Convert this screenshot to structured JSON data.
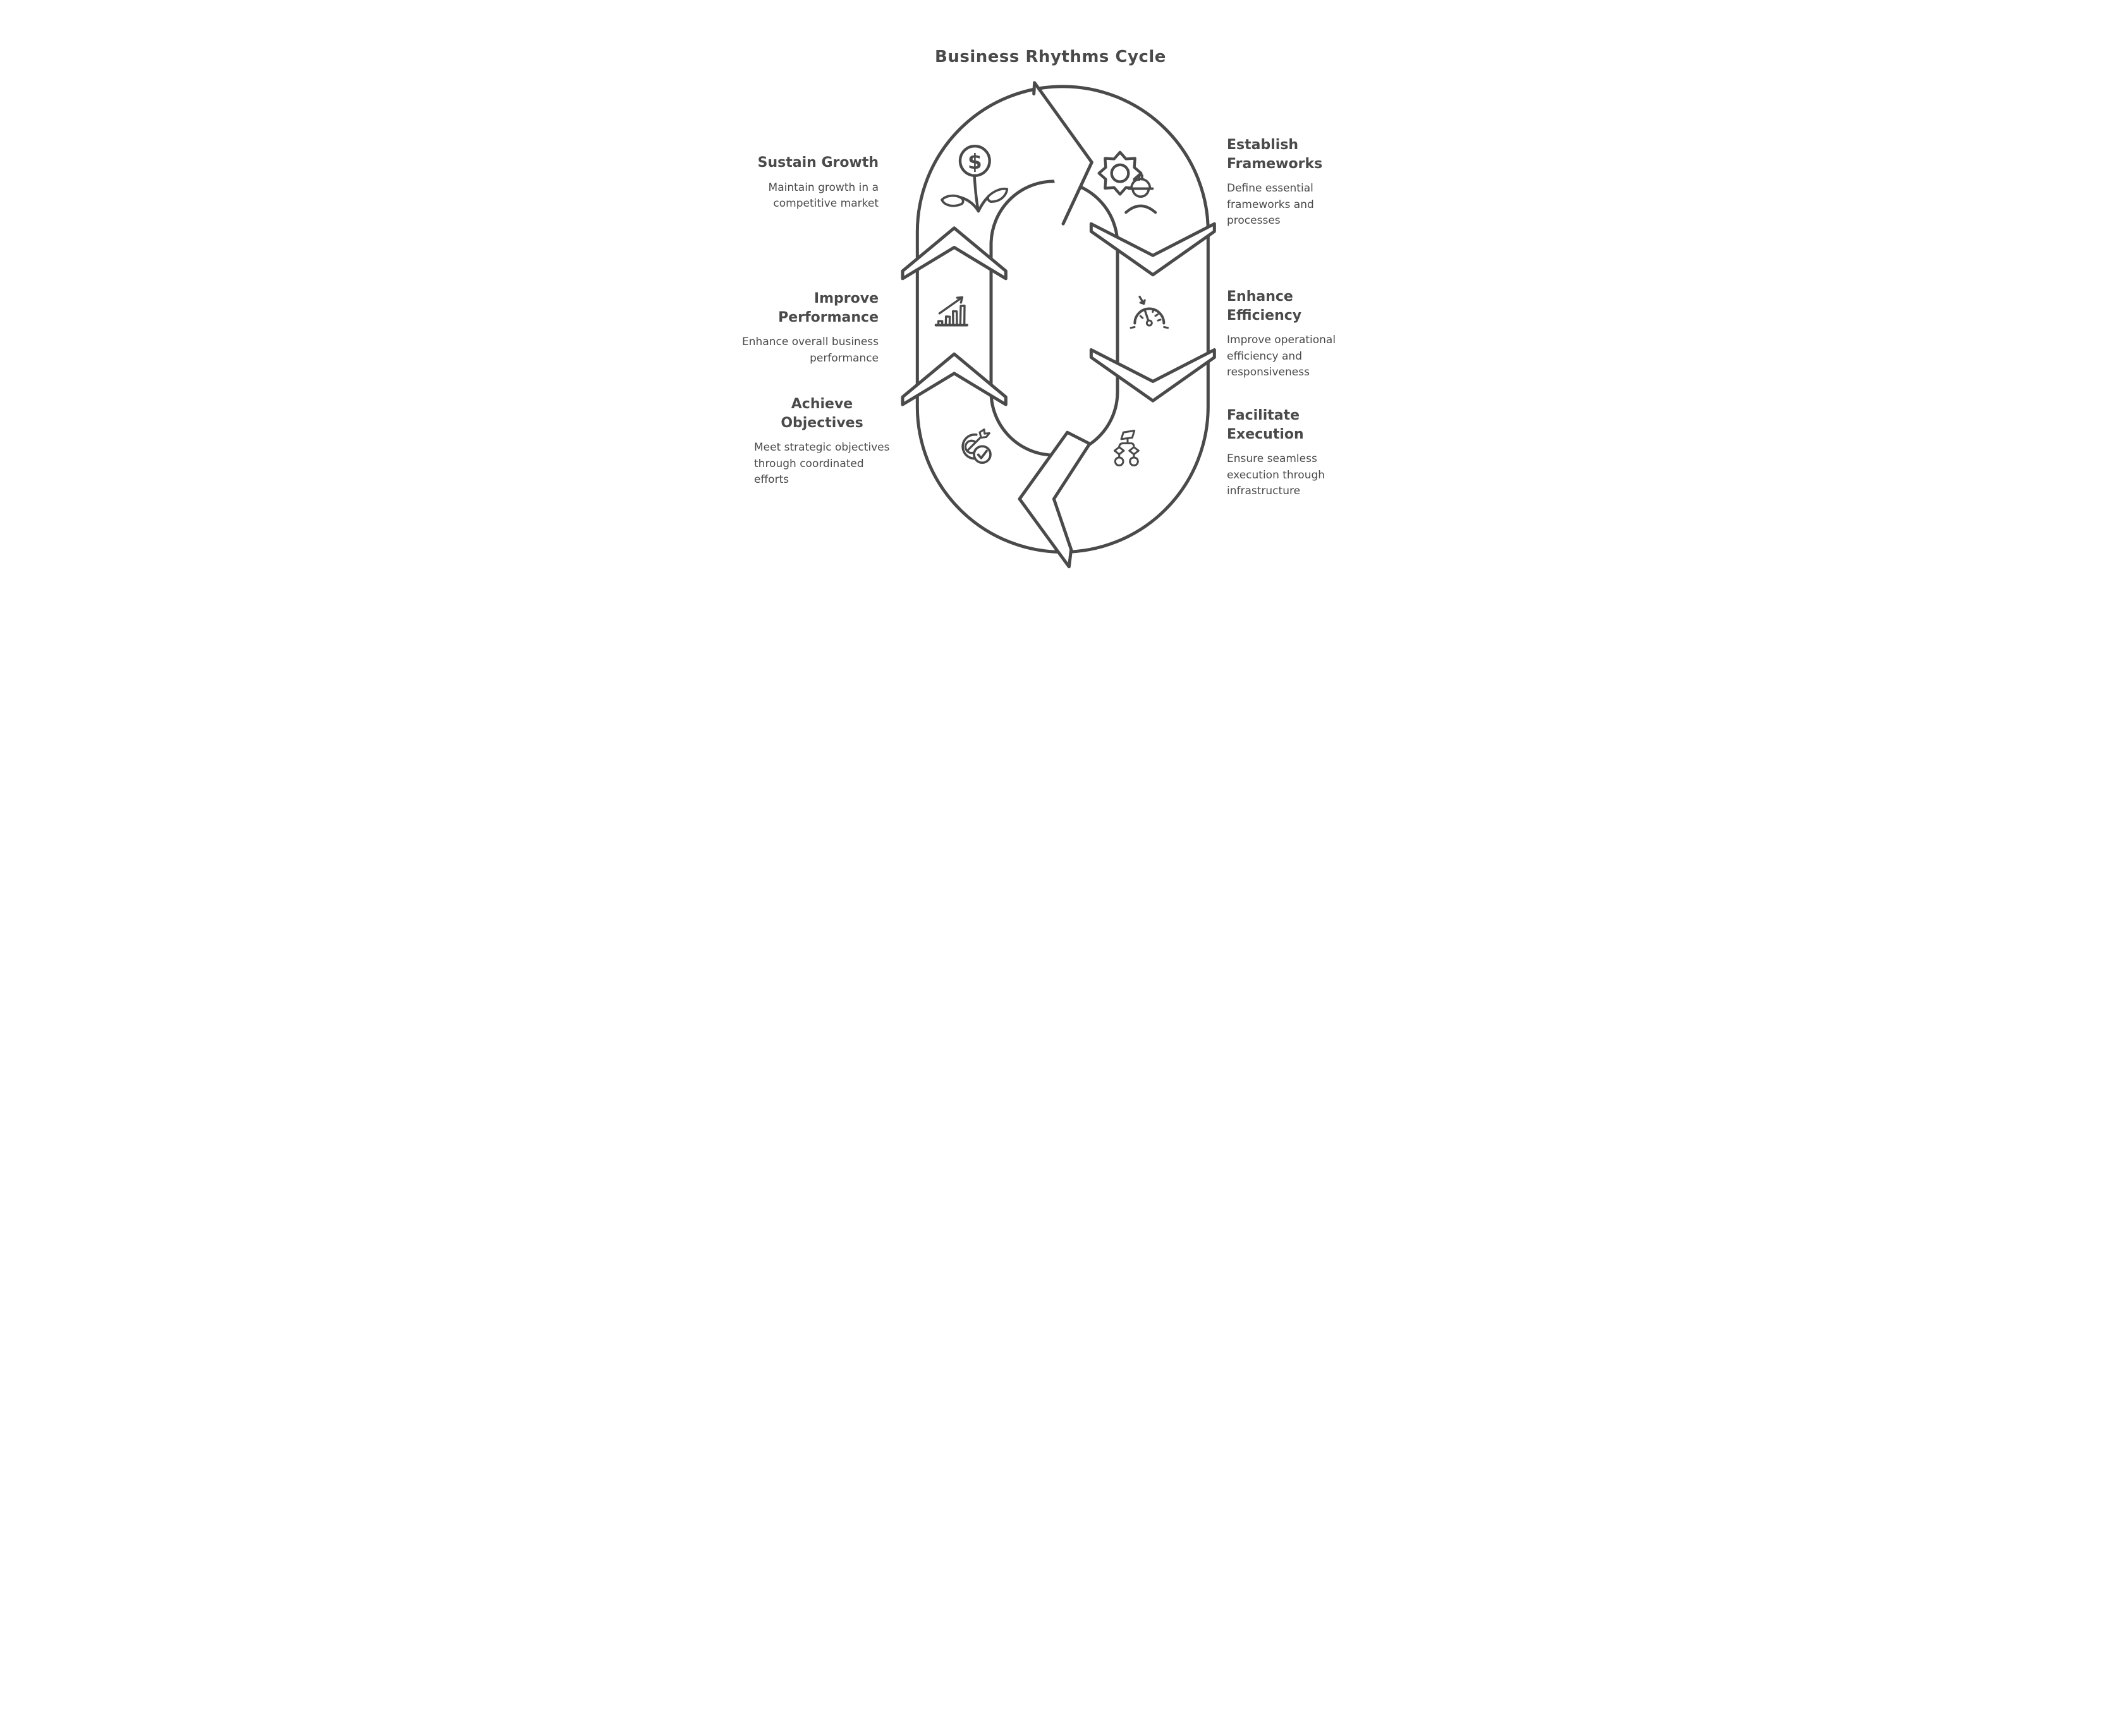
{
  "title": "Business Rhythms Cycle",
  "colors": {
    "ink": "#4a4a4a",
    "background": "#ffffff"
  },
  "icons": {
    "dollar_glyph": "$",
    "names": [
      "money-growth-icon",
      "gear-engineer-icon",
      "growth-chart-icon",
      "gauge-icon",
      "target-check-icon",
      "flowchart-icon"
    ]
  },
  "cycle": {
    "direction": "clockwise",
    "arrow_segments": 6
  },
  "stages": [
    {
      "id": "sustain-growth",
      "position": "left-top",
      "icon": "money-growth-icon",
      "heading_lines": [
        "Sustain Growth"
      ],
      "description_lines": [
        "Maintain growth in a",
        "competitive market"
      ]
    },
    {
      "id": "improve-performance",
      "position": "left-middle",
      "icon": "growth-chart-icon",
      "heading_lines": [
        "Improve",
        "Performance"
      ],
      "description_lines": [
        "Enhance overall business",
        "performance"
      ]
    },
    {
      "id": "achieve-objectives",
      "position": "left-bottom",
      "icon": "target-check-icon",
      "heading_lines": [
        "Achieve",
        "Objectives"
      ],
      "description_lines": [
        "Meet strategic objectives",
        "through coordinated",
        "efforts"
      ]
    },
    {
      "id": "establish-frameworks",
      "position": "right-top",
      "icon": "gear-engineer-icon",
      "heading_lines": [
        "Establish",
        "Frameworks"
      ],
      "description_lines": [
        "Define essential",
        "frameworks and",
        "processes"
      ]
    },
    {
      "id": "enhance-efficiency",
      "position": "right-middle",
      "icon": "gauge-icon",
      "heading_lines": [
        "Enhance",
        "Efficiency"
      ],
      "description_lines": [
        "Improve operational",
        "efficiency and",
        "responsiveness"
      ]
    },
    {
      "id": "facilitate-execution",
      "position": "right-bottom",
      "icon": "flowchart-icon",
      "heading_lines": [
        "Facilitate",
        "Execution"
      ],
      "description_lines": [
        "Ensure seamless",
        "execution through",
        "infrastructure"
      ]
    }
  ]
}
